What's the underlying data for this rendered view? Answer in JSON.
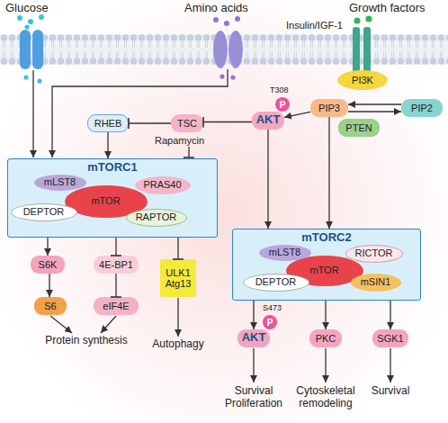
{
  "diagram": {
    "nodes": [
      {
        "text": [
          "PI3K"
        ]
      },
      {
        "text": [
          "PIP3"
        ]
      },
      {
        "text": [
          "PIP2"
        ]
      },
      {
        "text": [
          "PTEN"
        ]
      },
      {
        "text": [
          "AKT"
        ]
      },
      {
        "text": [
          "P"
        ],
        "in": 4
      },
      {
        "text": [
          "TSC"
        ]
      },
      {
        "text": [
          "RHEB"
        ]
      },
      {
        "text": [
          "mTORC1"
        ]
      },
      {
        "text": [
          "mLST8"
        ],
        "in": 8
      },
      {
        "text": [
          "mTOR"
        ],
        "in": 8
      },
      {
        "text": [
          "PRAS40"
        ],
        "in": 8
      },
      {
        "text": [
          "DEPTOR"
        ],
        "in": 8
      },
      {
        "text": [
          "RAPTOR"
        ],
        "in": 8
      },
      {
        "text": [
          "mTORC2"
        ]
      },
      {
        "text": [
          "mLST8"
        ],
        "in": 14
      },
      {
        "text": [
          "mTOR"
        ],
        "in": 14
      },
      {
        "text": [
          "RICTOR"
        ],
        "in": 14
      },
      {
        "text": [
          "DEPTOR"
        ],
        "in": 14
      },
      {
        "text": [
          "mSIN1"
        ],
        "in": 14
      },
      {
        "text": [
          "S6K"
        ]
      },
      {
        "text": [
          "4E-BP1"
        ]
      },
      {
        "text": [
          "S6"
        ]
      },
      {
        "text": [
          "eIF4E"
        ]
      },
      {
        "text": [
          "ULK1 Atg13"
        ]
      },
      {
        "text": [
          "AKT"
        ]
      },
      {
        "text": [
          "P"
        ],
        "in": 25
      },
      {
        "text": [
          "PKC"
        ]
      },
      {
        "text": [
          "SGK1"
        ]
      }
    ],
    "edges": [
      {
        "from": 2,
        "to": 1,
        "arrow": "to"
      },
      {
        "from": 1,
        "to": 2,
        "arrow": "to"
      },
      {
        "from": 1,
        "to": 4,
        "arrow": "to"
      },
      {
        "from": 1,
        "to": 14,
        "arrow": "to"
      },
      {
        "from": 4,
        "to": 6,
        "arrow": "to"
      },
      {
        "from": 4,
        "to": 14,
        "arrow": "to"
      },
      {
        "from": 6,
        "to": 7,
        "arrow": "to"
      },
      {
        "from": 7,
        "to": 8,
        "arrow": "to"
      },
      {
        "from": 8,
        "to": 20,
        "arrow": "to"
      },
      {
        "from": 8,
        "to": 21,
        "arrow": "to"
      },
      {
        "from": 8,
        "to": 24,
        "arrow": "to"
      },
      {
        "from": 20,
        "to": 22,
        "arrow": "to"
      },
      {
        "from": 21,
        "to": 23,
        "arrow": "to"
      },
      {
        "from": 14,
        "to": 25,
        "arrow": "to"
      },
      {
        "from": 14,
        "to": 27,
        "arrow": "to"
      },
      {
        "from": 14,
        "to": 28,
        "arrow": "to"
      }
    ],
    "labels": [
      "Glucose",
      "Amino acids",
      "Growth factors",
      "Insulin/IGF-1",
      "T308",
      "Rapamycin",
      "Protein synthesis",
      "Autophagy",
      "S473",
      "Survival Proliferation",
      "Cytoskeletal remodeling",
      "Survival"
    ]
  }
}
